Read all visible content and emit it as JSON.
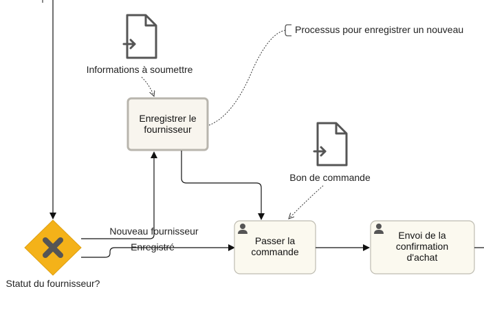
{
  "diagram": {
    "data_objects": [
      {
        "id": "info",
        "label": "Informations à soumettre"
      },
      {
        "id": "order",
        "label": "Bon de commande"
      }
    ],
    "annotation": {
      "text": "Processus pour enregistrer un nouveau"
    },
    "tasks": [
      {
        "id": "register",
        "lines": [
          "Enregistrer le",
          "fournisseur"
        ]
      },
      {
        "id": "place_order",
        "lines": [
          "Passer la",
          "commande"
        ]
      },
      {
        "id": "send_confirmation",
        "lines": [
          "Envoi de la",
          "confirmation",
          "d'achat"
        ]
      }
    ],
    "gateway": {
      "label": "Statut du fournisseur?"
    },
    "flows": [
      {
        "from": "gateway",
        "to": "register",
        "label": "Nouveau fournisseur"
      },
      {
        "from": "gateway",
        "to": "place_order",
        "label": "Enregistré"
      },
      {
        "from": "register",
        "to": "place_order",
        "label": ""
      },
      {
        "from": "place_order",
        "to": "send_confirmation",
        "label": ""
      }
    ]
  }
}
